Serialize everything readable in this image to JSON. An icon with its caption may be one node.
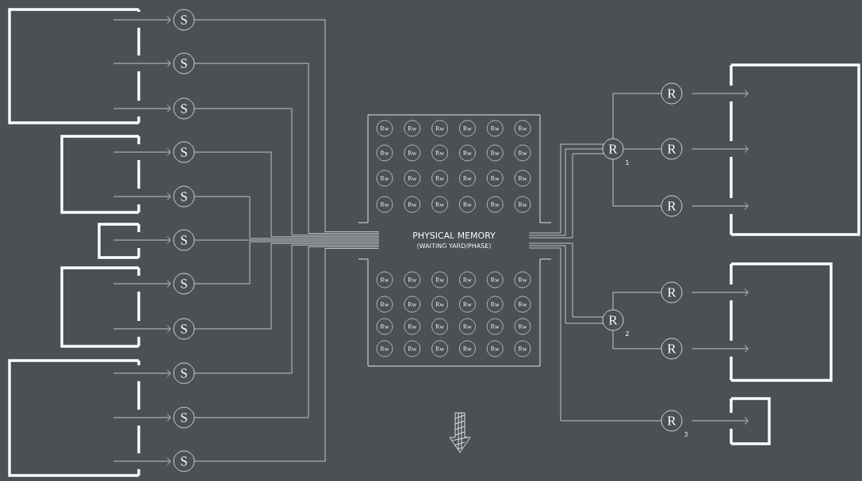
{
  "diagram": {
    "nodes": [
      {
        "text": [],
        "shape": "box"
      },
      {
        "text": [],
        "shape": "box"
      },
      {
        "text": [],
        "shape": "box"
      },
      {
        "text": [],
        "shape": "box"
      },
      {
        "text": [],
        "shape": "box"
      },
      {
        "text": [
          "S"
        ]
      },
      {
        "text": [
          "S"
        ]
      },
      {
        "text": [
          "S"
        ]
      },
      {
        "text": [
          "S"
        ]
      },
      {
        "text": [
          "S"
        ]
      },
      {
        "text": [
          "S"
        ]
      },
      {
        "text": [
          "S"
        ]
      },
      {
        "text": [
          "S"
        ]
      },
      {
        "text": [
          "S"
        ]
      },
      {
        "text": [
          "S"
        ]
      },
      {
        "text": [
          "S"
        ]
      },
      {
        "text": [
          "PHYSICAL MEMORY",
          "(WAITING YARD/PHASE)"
        ]
      },
      {
        "text": [
          "Rw"
        ],
        "in": 16
      },
      {
        "text": [
          "Rw"
        ],
        "in": 16
      },
      {
        "text": [
          "Rw"
        ],
        "in": 16
      },
      {
        "text": [
          "Rw"
        ],
        "in": 16
      },
      {
        "text": [
          "Rw"
        ],
        "in": 16
      },
      {
        "text": [
          "Rw"
        ],
        "in": 16
      },
      {
        "text": [
          "Rw"
        ],
        "in": 16
      },
      {
        "text": [
          "Rw"
        ],
        "in": 16
      },
      {
        "text": [
          "Rw"
        ],
        "in": 16
      },
      {
        "text": [
          "Rw"
        ],
        "in": 16
      },
      {
        "text": [
          "Rw"
        ],
        "in": 16
      },
      {
        "text": [
          "Rw"
        ],
        "in": 16
      },
      {
        "text": [
          "Rw"
        ],
        "in": 16
      },
      {
        "text": [
          "Rw"
        ],
        "in": 16
      },
      {
        "text": [
          "Rw"
        ],
        "in": 16
      },
      {
        "text": [
          "Rw"
        ],
        "in": 16
      },
      {
        "text": [
          "Rw"
        ],
        "in": 16
      },
      {
        "text": [
          "Rw"
        ],
        "in": 16
      },
      {
        "text": [
          "Rw"
        ],
        "in": 16
      },
      {
        "text": [
          "Rw"
        ],
        "in": 16
      },
      {
        "text": [
          "Rw"
        ],
        "in": 16
      },
      {
        "text": [
          "Rw"
        ],
        "in": 16
      },
      {
        "text": [
          "Rw"
        ],
        "in": 16
      },
      {
        "text": [
          "Rw"
        ],
        "in": 16
      },
      {
        "text": [
          "Rw"
        ],
        "in": 16
      },
      {
        "text": [
          "Rw"
        ],
        "in": 16
      },
      {
        "text": [
          "Rw"
        ],
        "in": 16
      },
      {
        "text": [
          "Rw"
        ],
        "in": 16
      },
      {
        "text": [
          "Rw"
        ],
        "in": 16
      },
      {
        "text": [
          "Rw"
        ],
        "in": 16
      },
      {
        "text": [
          "Rw"
        ],
        "in": 16
      },
      {
        "text": [
          "Rw"
        ],
        "in": 16
      },
      {
        "text": [
          "Rw"
        ],
        "in": 16
      },
      {
        "text": [
          "Rw"
        ],
        "in": 16
      },
      {
        "text": [
          "Rw"
        ],
        "in": 16
      },
      {
        "text": [
          "Rw"
        ],
        "in": 16
      },
      {
        "text": [
          "Rw"
        ],
        "in": 16
      },
      {
        "text": [
          "Rw"
        ],
        "in": 16
      },
      {
        "text": [
          "Rw"
        ],
        "in": 16
      },
      {
        "text": [
          "Rw"
        ],
        "in": 16
      },
      {
        "text": [
          "Rw"
        ],
        "in": 16
      },
      {
        "text": [
          "Rw"
        ],
        "in": 16
      },
      {
        "text": [
          "Rw"
        ],
        "in": 16
      },
      {
        "text": [
          "Rw"
        ],
        "in": 16
      },
      {
        "text": [
          "Rw"
        ],
        "in": 16
      },
      {
        "text": [
          "Rw"
        ],
        "in": 16
      },
      {
        "text": [
          "Rw"
        ],
        "in": 16
      },
      {
        "text": [
          "Rw"
        ],
        "in": 16
      },
      {
        "text": [
          "R"
        ],
        "beside": [
          "1"
        ]
      },
      {
        "text": [
          "R"
        ]
      },
      {
        "text": [
          "R"
        ]
      },
      {
        "text": [
          "R"
        ]
      },
      {
        "text": [
          "R"
        ],
        "beside": [
          "2"
        ]
      },
      {
        "text": [
          "R"
        ]
      },
      {
        "text": [
          "R"
        ]
      },
      {
        "text": [
          "R"
        ],
        "beside": [
          "3"
        ]
      },
      {
        "text": [],
        "shape": "box"
      },
      {
        "text": [],
        "shape": "box"
      },
      {
        "text": [],
        "shape": "box"
      }
    ],
    "edges": [
      {
        "from": 0,
        "to": 5,
        "arrow": "to"
      },
      {
        "from": 0,
        "to": 6,
        "arrow": "to"
      },
      {
        "from": 0,
        "to": 7,
        "arrow": "to"
      },
      {
        "from": 1,
        "to": 8,
        "arrow": "to"
      },
      {
        "from": 1,
        "to": 9,
        "arrow": "to"
      },
      {
        "from": 2,
        "to": 10,
        "arrow": "to"
      },
      {
        "from": 3,
        "to": 11,
        "arrow": "to"
      },
      {
        "from": 3,
        "to": 12,
        "arrow": "to"
      },
      {
        "from": 4,
        "to": 13,
        "arrow": "to"
      },
      {
        "from": 4,
        "to": 14,
        "arrow": "to"
      },
      {
        "from": 4,
        "to": 15,
        "arrow": "to"
      },
      {
        "from": 5,
        "to": 16,
        "arrow": "none"
      },
      {
        "from": 6,
        "to": 16,
        "arrow": "none"
      },
      {
        "from": 7,
        "to": 16,
        "arrow": "none"
      },
      {
        "from": 8,
        "to": 16,
        "arrow": "none"
      },
      {
        "from": 9,
        "to": 16,
        "arrow": "none"
      },
      {
        "from": 10,
        "to": 16,
        "arrow": "none"
      },
      {
        "from": 11,
        "to": 16,
        "arrow": "none"
      },
      {
        "from": 12,
        "to": 16,
        "arrow": "none"
      },
      {
        "from": 13,
        "to": 16,
        "arrow": "none"
      },
      {
        "from": 14,
        "to": 16,
        "arrow": "none"
      },
      {
        "from": 15,
        "to": 16,
        "arrow": "none"
      },
      {
        "from": 16,
        "to": 65,
        "arrow": "none"
      },
      {
        "from": 16,
        "to": 65,
        "arrow": "none"
      },
      {
        "from": 16,
        "to": 65,
        "arrow": "none"
      },
      {
        "from": 16,
        "to": 69,
        "arrow": "none"
      },
      {
        "from": 16,
        "to": 69,
        "arrow": "none"
      },
      {
        "from": 16,
        "to": 72,
        "arrow": "none"
      },
      {
        "from": 65,
        "to": 66,
        "arrow": "none"
      },
      {
        "from": 65,
        "to": 67,
        "arrow": "none"
      },
      {
        "from": 65,
        "to": 68,
        "arrow": "none"
      },
      {
        "from": 69,
        "to": 70,
        "arrow": "none"
      },
      {
        "from": 69,
        "to": 71,
        "arrow": "none"
      },
      {
        "from": 66,
        "to": 73,
        "arrow": "to"
      },
      {
        "from": 67,
        "to": 73,
        "arrow": "to"
      },
      {
        "from": 68,
        "to": 73,
        "arrow": "to"
      },
      {
        "from": 70,
        "to": 74,
        "arrow": "to"
      },
      {
        "from": 71,
        "to": 74,
        "arrow": "to"
      },
      {
        "from": 72,
        "to": 75,
        "arrow": "to"
      }
    ]
  }
}
